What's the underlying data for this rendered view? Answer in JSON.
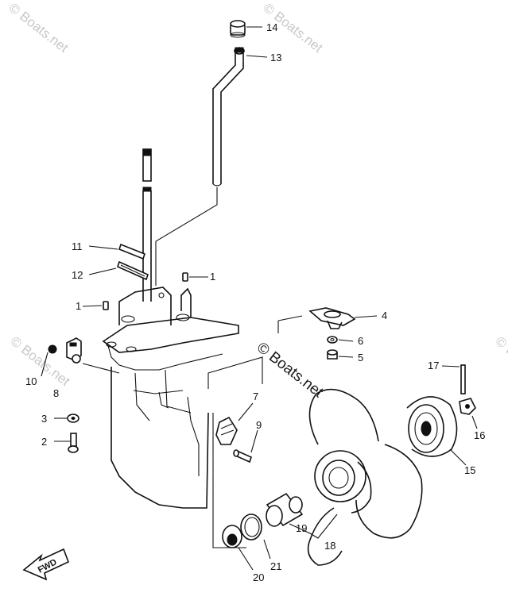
{
  "watermarks": {
    "top_left": "© Boats.net",
    "top_center": "© Boats.net",
    "mid_left": "© Boats.net",
    "mid_center": "© Boats.net",
    "mid_right": "© Boats.net"
  },
  "fwd_arrow_label": "FWD",
  "part_numbers": [
    {
      "id": "p14",
      "text": "14"
    },
    {
      "id": "p13",
      "text": "13"
    },
    {
      "id": "p11",
      "text": "11"
    },
    {
      "id": "p12",
      "text": "12"
    },
    {
      "id": "p1a",
      "text": "1"
    },
    {
      "id": "p1b",
      "text": "1"
    },
    {
      "id": "p4",
      "text": "4"
    },
    {
      "id": "p6",
      "text": "6"
    },
    {
      "id": "p5",
      "text": "5"
    },
    {
      "id": "p10",
      "text": "10"
    },
    {
      "id": "p8",
      "text": "8"
    },
    {
      "id": "p17",
      "text": "17"
    },
    {
      "id": "p7",
      "text": "7"
    },
    {
      "id": "p3",
      "text": "3"
    },
    {
      "id": "p9",
      "text": "9"
    },
    {
      "id": "p16",
      "text": "16"
    },
    {
      "id": "p2",
      "text": "2"
    },
    {
      "id": "p15",
      "text": "15"
    },
    {
      "id": "p19",
      "text": "19"
    },
    {
      "id": "p18",
      "text": "18"
    },
    {
      "id": "p21",
      "text": "21"
    },
    {
      "id": "p20",
      "text": "20"
    }
  ]
}
